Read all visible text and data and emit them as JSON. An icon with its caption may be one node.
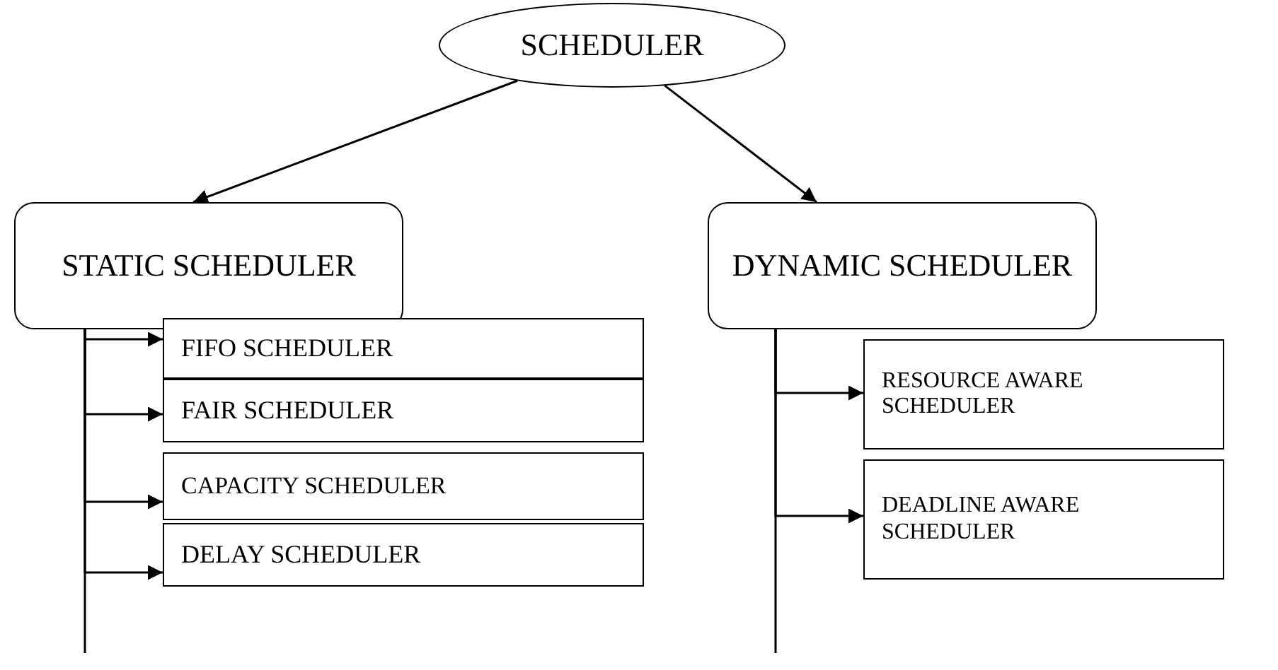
{
  "diagram": {
    "nodes": [
      {
        "text": [
          "SCHEDULER"
        ]
      },
      {
        "text": [
          "STATIC SCHEDULER"
        ]
      },
      {
        "text": [
          "DYNAMIC SCHEDULER"
        ]
      },
      {
        "text": [
          "FIFO SCHEDULER"
        ]
      },
      {
        "text": [
          "FAIR SCHEDULER"
        ]
      },
      {
        "text": [
          "CAPACITY SCHEDULER"
        ]
      },
      {
        "text": [
          "DELAY SCHEDULER"
        ]
      },
      {
        "text": [
          "RESOURCE AWARE SCHEDULER"
        ]
      },
      {
        "text": [
          "DEADLINE AWARE SCHEDULER"
        ]
      }
    ],
    "edges": [
      {
        "from": 0,
        "to": 1,
        "arrow": "to"
      },
      {
        "from": 0,
        "to": 2,
        "arrow": "to"
      },
      {
        "from": 1,
        "to": 3,
        "arrow": "to"
      },
      {
        "from": 1,
        "to": 4,
        "arrow": "to"
      },
      {
        "from": 1,
        "to": 5,
        "arrow": "to"
      },
      {
        "from": 1,
        "to": 6,
        "arrow": "to"
      },
      {
        "from": 2,
        "to": 7,
        "arrow": "to"
      },
      {
        "from": 2,
        "to": 8,
        "arrow": "to"
      }
    ]
  }
}
